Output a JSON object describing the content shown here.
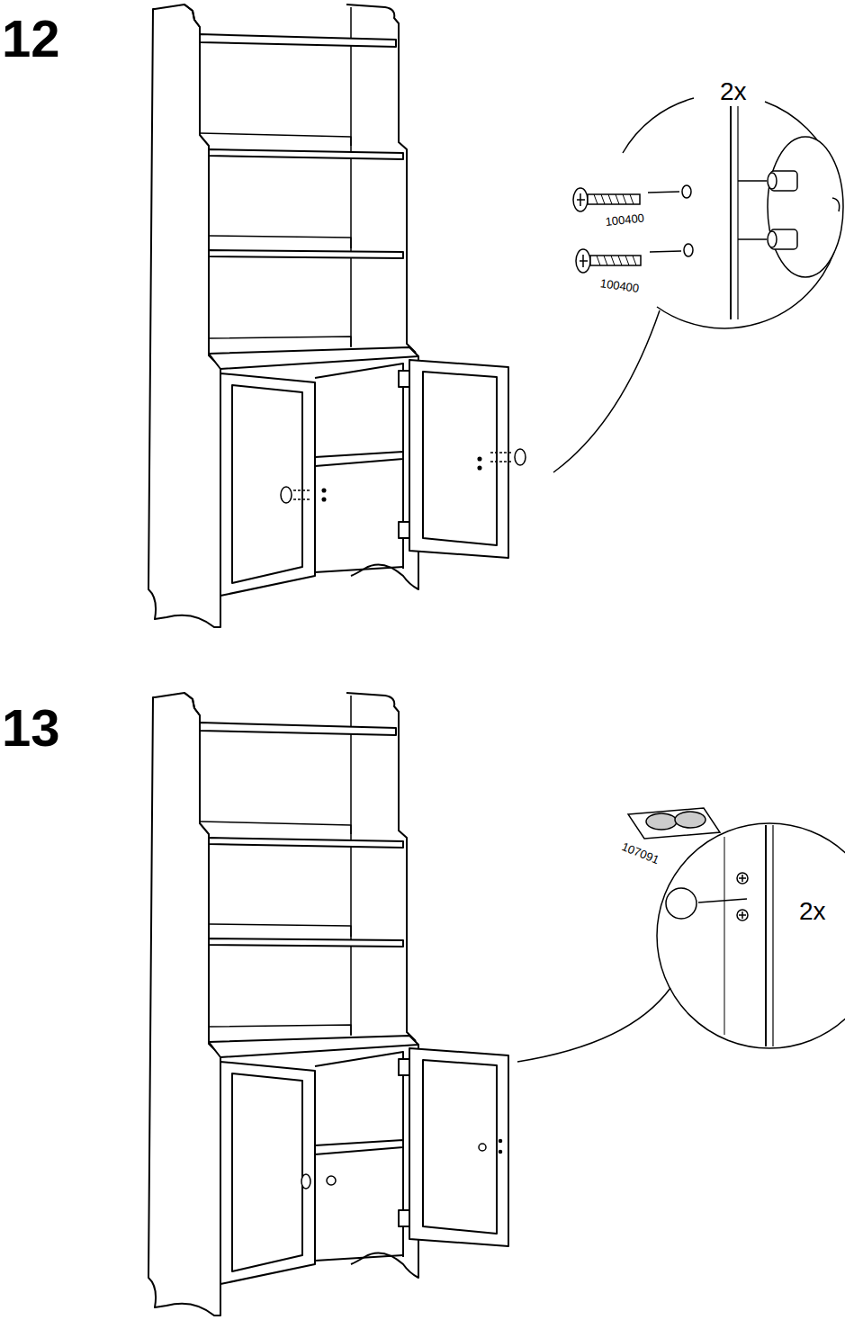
{
  "diagram": {
    "labels": [
      "12",
      "2x",
      "100400",
      "100400",
      "13",
      "107091",
      "2x"
    ]
  }
}
